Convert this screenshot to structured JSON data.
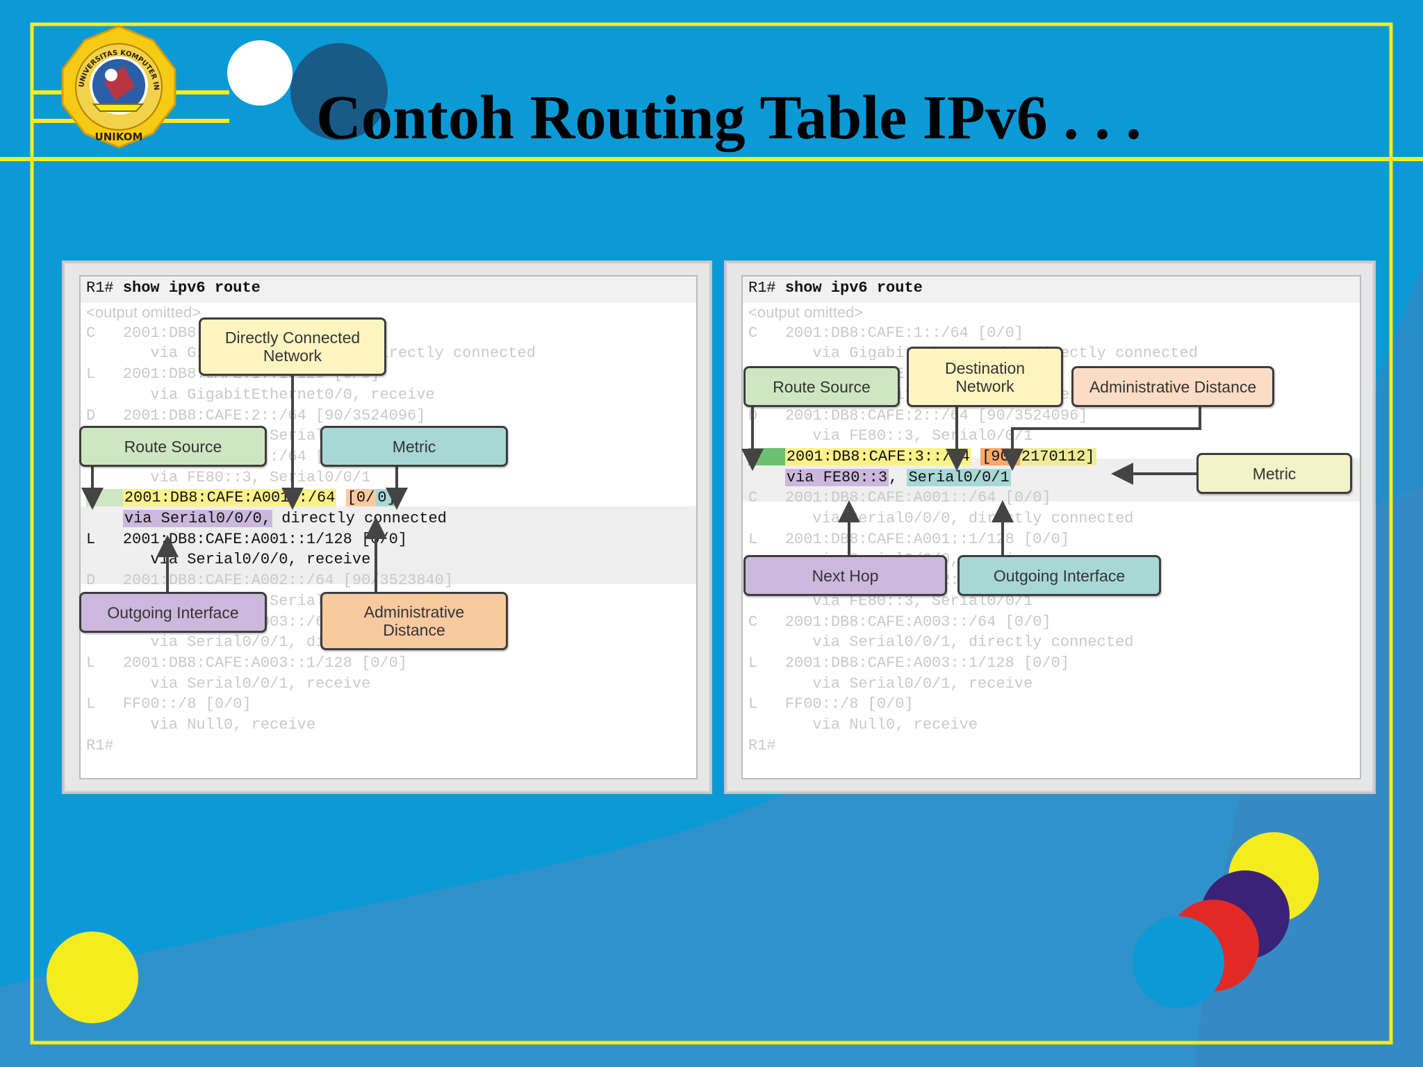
{
  "slide": {
    "title": "Contoh Routing Table IPv6 . . .",
    "logo": {
      "ring_text": "UNIVERSITAS KOMPUTER INDONESIA",
      "name": "UNIKOM"
    }
  },
  "colors": {
    "background": "#0b9ad6",
    "accent_yellow": "#f5ec1f",
    "callout_yellow": "#fdf5c0",
    "callout_green": "#cfe6c3",
    "callout_teal": "#a7d8d6",
    "callout_purple": "#cdb8dd",
    "callout_orange": "#f9caa0",
    "callout_light": "#fbf7d9"
  },
  "left_panel": {
    "command": {
      "prompt": "R1#",
      "text": "show ipv6 route"
    },
    "lines": [
      {
        "code": "",
        "text": "<output omitted>",
        "style": "faded"
      },
      {
        "code": "C",
        "text": "2001:DB8:CAFE:1::/64 [0/0]",
        "style": "faded"
      },
      {
        "code": "",
        "text": "via GigabitEthernet0/0, directly connected",
        "style": "faded"
      },
      {
        "code": "L",
        "text": "2001:DB8:CAFE:1::1/128 [0/0]",
        "style": "faded"
      },
      {
        "code": "",
        "text": "via GigabitEthernet0/0, receive",
        "style": "faded"
      },
      {
        "code": "D",
        "text": "2001:DB8:CAFE:2::/64 [90/3524096]",
        "style": "faded"
      },
      {
        "code": "",
        "text": "via FE80::3, Serial0/0/1",
        "style": "faded"
      },
      {
        "code": "D",
        "text": "2001:DB8:CAFE:3::/64 [90/2170112]",
        "style": "faded"
      },
      {
        "code": "",
        "text": "via FE80::3, Serial0/0/1",
        "style": "faded"
      },
      {
        "code": "C",
        "text": "2001:DB8:CAFE:A001::/64 [0/0]",
        "style": "highlight"
      },
      {
        "code": "",
        "text": "via Serial0/0/0, directly connected",
        "style": "highlight"
      },
      {
        "code": "L",
        "text": "2001:DB8:CAFE:A001::1/128 [0/0]",
        "style": "dark"
      },
      {
        "code": "",
        "text": "via Serial0/0/0, receive",
        "style": "dark"
      },
      {
        "code": "D",
        "text": "2001:DB8:CAFE:A002::/64 [90/3523840]",
        "style": "faded"
      },
      {
        "code": "",
        "text": "via FE80::3, Serial0/0/1",
        "style": "faded"
      },
      {
        "code": "C",
        "text": "2001:DB8:CAFE:A003::/64 [0/0]",
        "style": "faded"
      },
      {
        "code": "",
        "text": "via Serial0/0/1, directly connected",
        "style": "faded"
      },
      {
        "code": "L",
        "text": "2001:DB8:CAFE:A003::1/128 [0/0]",
        "style": "faded"
      },
      {
        "code": "",
        "text": "via Serial0/0/1, receive",
        "style": "faded"
      },
      {
        "code": "L",
        "text": "FF00::/8 [0/0]",
        "style": "faded"
      },
      {
        "code": "",
        "text": "via Null0, receive",
        "style": "faded"
      },
      {
        "code": "",
        "text": "R1#",
        "style": "faded"
      }
    ],
    "callouts": {
      "directly_connected": "Directly Connected\nNetwork",
      "route_source": "Route Source",
      "metric": "Metric",
      "outgoing_interface": "Outgoing Interface",
      "administrative_distance": "Administrative\nDistance"
    }
  },
  "right_panel": {
    "command": {
      "prompt": "R1#",
      "text": "show ipv6 route"
    },
    "lines": [
      {
        "code": "",
        "text": "<output omitted>",
        "style": "faded"
      },
      {
        "code": "C",
        "text": "2001:DB8:CAFE:1::/64 [0/0]",
        "style": "faded"
      },
      {
        "code": "",
        "text": "via GigabitEthernet0/0, directly connected",
        "style": "faded"
      },
      {
        "code": "L",
        "text": "2001:DB8:CAFE:1::1/128 [0/0]",
        "style": "faded"
      },
      {
        "code": "",
        "text": "via GigabitEthernet0/0, receive",
        "style": "faded"
      },
      {
        "code": "D",
        "text": "2001:DB8:CAFE:2::/64 [90/3524096]",
        "style": "faded"
      },
      {
        "code": "",
        "text": "via FE80::3, Serial0/0/1",
        "style": "faded"
      },
      {
        "code": "D",
        "text": "2001:DB8:CAFE:3::/64 [90/2170112]",
        "style": "highlight"
      },
      {
        "code": "",
        "text": "via FE80::3, Serial0/0/1",
        "style": "highlight"
      },
      {
        "code": "C",
        "text": "2001:DB8:CAFE:A001::/64 [0/0]",
        "style": "faded"
      },
      {
        "code": "",
        "text": "via Serial0/0/0, directly connected",
        "style": "faded"
      },
      {
        "code": "L",
        "text": "2001:DB8:CAFE:A001::1/128 [0/0]",
        "style": "faded"
      },
      {
        "code": "",
        "text": "via Serial0/0/0, receive",
        "style": "faded"
      },
      {
        "code": "D",
        "text": "2001:DB8:CAFE:A002::/64 [90/3523840]",
        "style": "faded"
      },
      {
        "code": "",
        "text": "via FE80::3, Serial0/0/1",
        "style": "faded"
      },
      {
        "code": "C",
        "text": "2001:DB8:CAFE:A003::/64 [0/0]",
        "style": "faded"
      },
      {
        "code": "",
        "text": "via Serial0/0/1, directly connected",
        "style": "faded"
      },
      {
        "code": "L",
        "text": "2001:DB8:CAFE:A003::1/128 [0/0]",
        "style": "faded"
      },
      {
        "code": "",
        "text": "via Serial0/0/1, receive",
        "style": "faded"
      },
      {
        "code": "L",
        "text": "FF00::/8 [0/0]",
        "style": "faded"
      },
      {
        "code": "",
        "text": "via Null0, receive",
        "style": "faded"
      },
      {
        "code": "",
        "text": "R1#",
        "style": "faded"
      }
    ],
    "callouts": {
      "route_source": "Route Source",
      "destination_network": "Destination\nNetwork",
      "administrative_distance": "Administrative Distance",
      "metric": "Metric",
      "next_hop": "Next Hop",
      "outgoing_interface": "Outgoing Interface"
    }
  }
}
